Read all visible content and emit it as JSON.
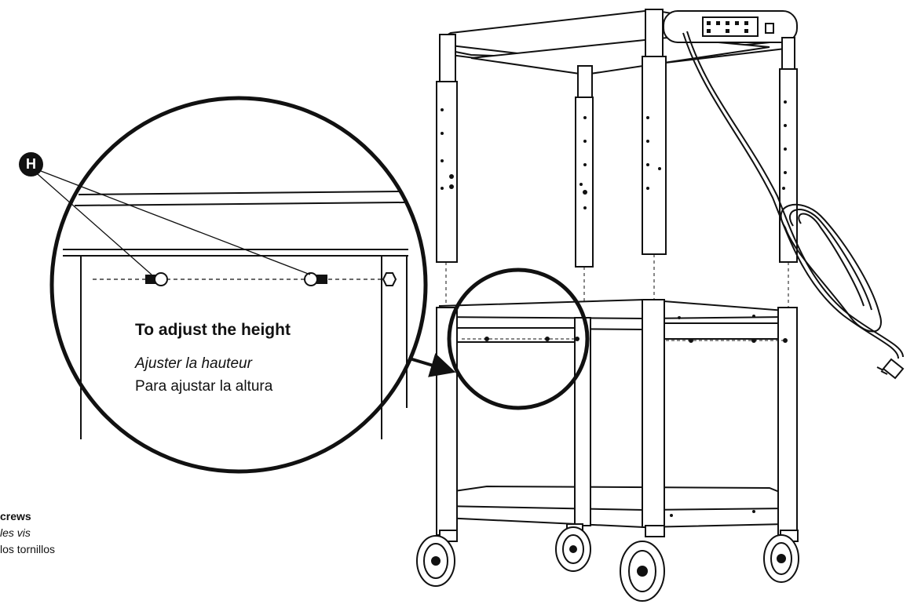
{
  "callout": {
    "letter": "H"
  },
  "detail": {
    "heading_en": "To adjust the height",
    "heading_fr": "Ajuster la hauteur",
    "heading_es": "Para ajustar la altura"
  },
  "screws_note": {
    "en": "crews",
    "fr": "les vis",
    "es": "los tornillos"
  }
}
